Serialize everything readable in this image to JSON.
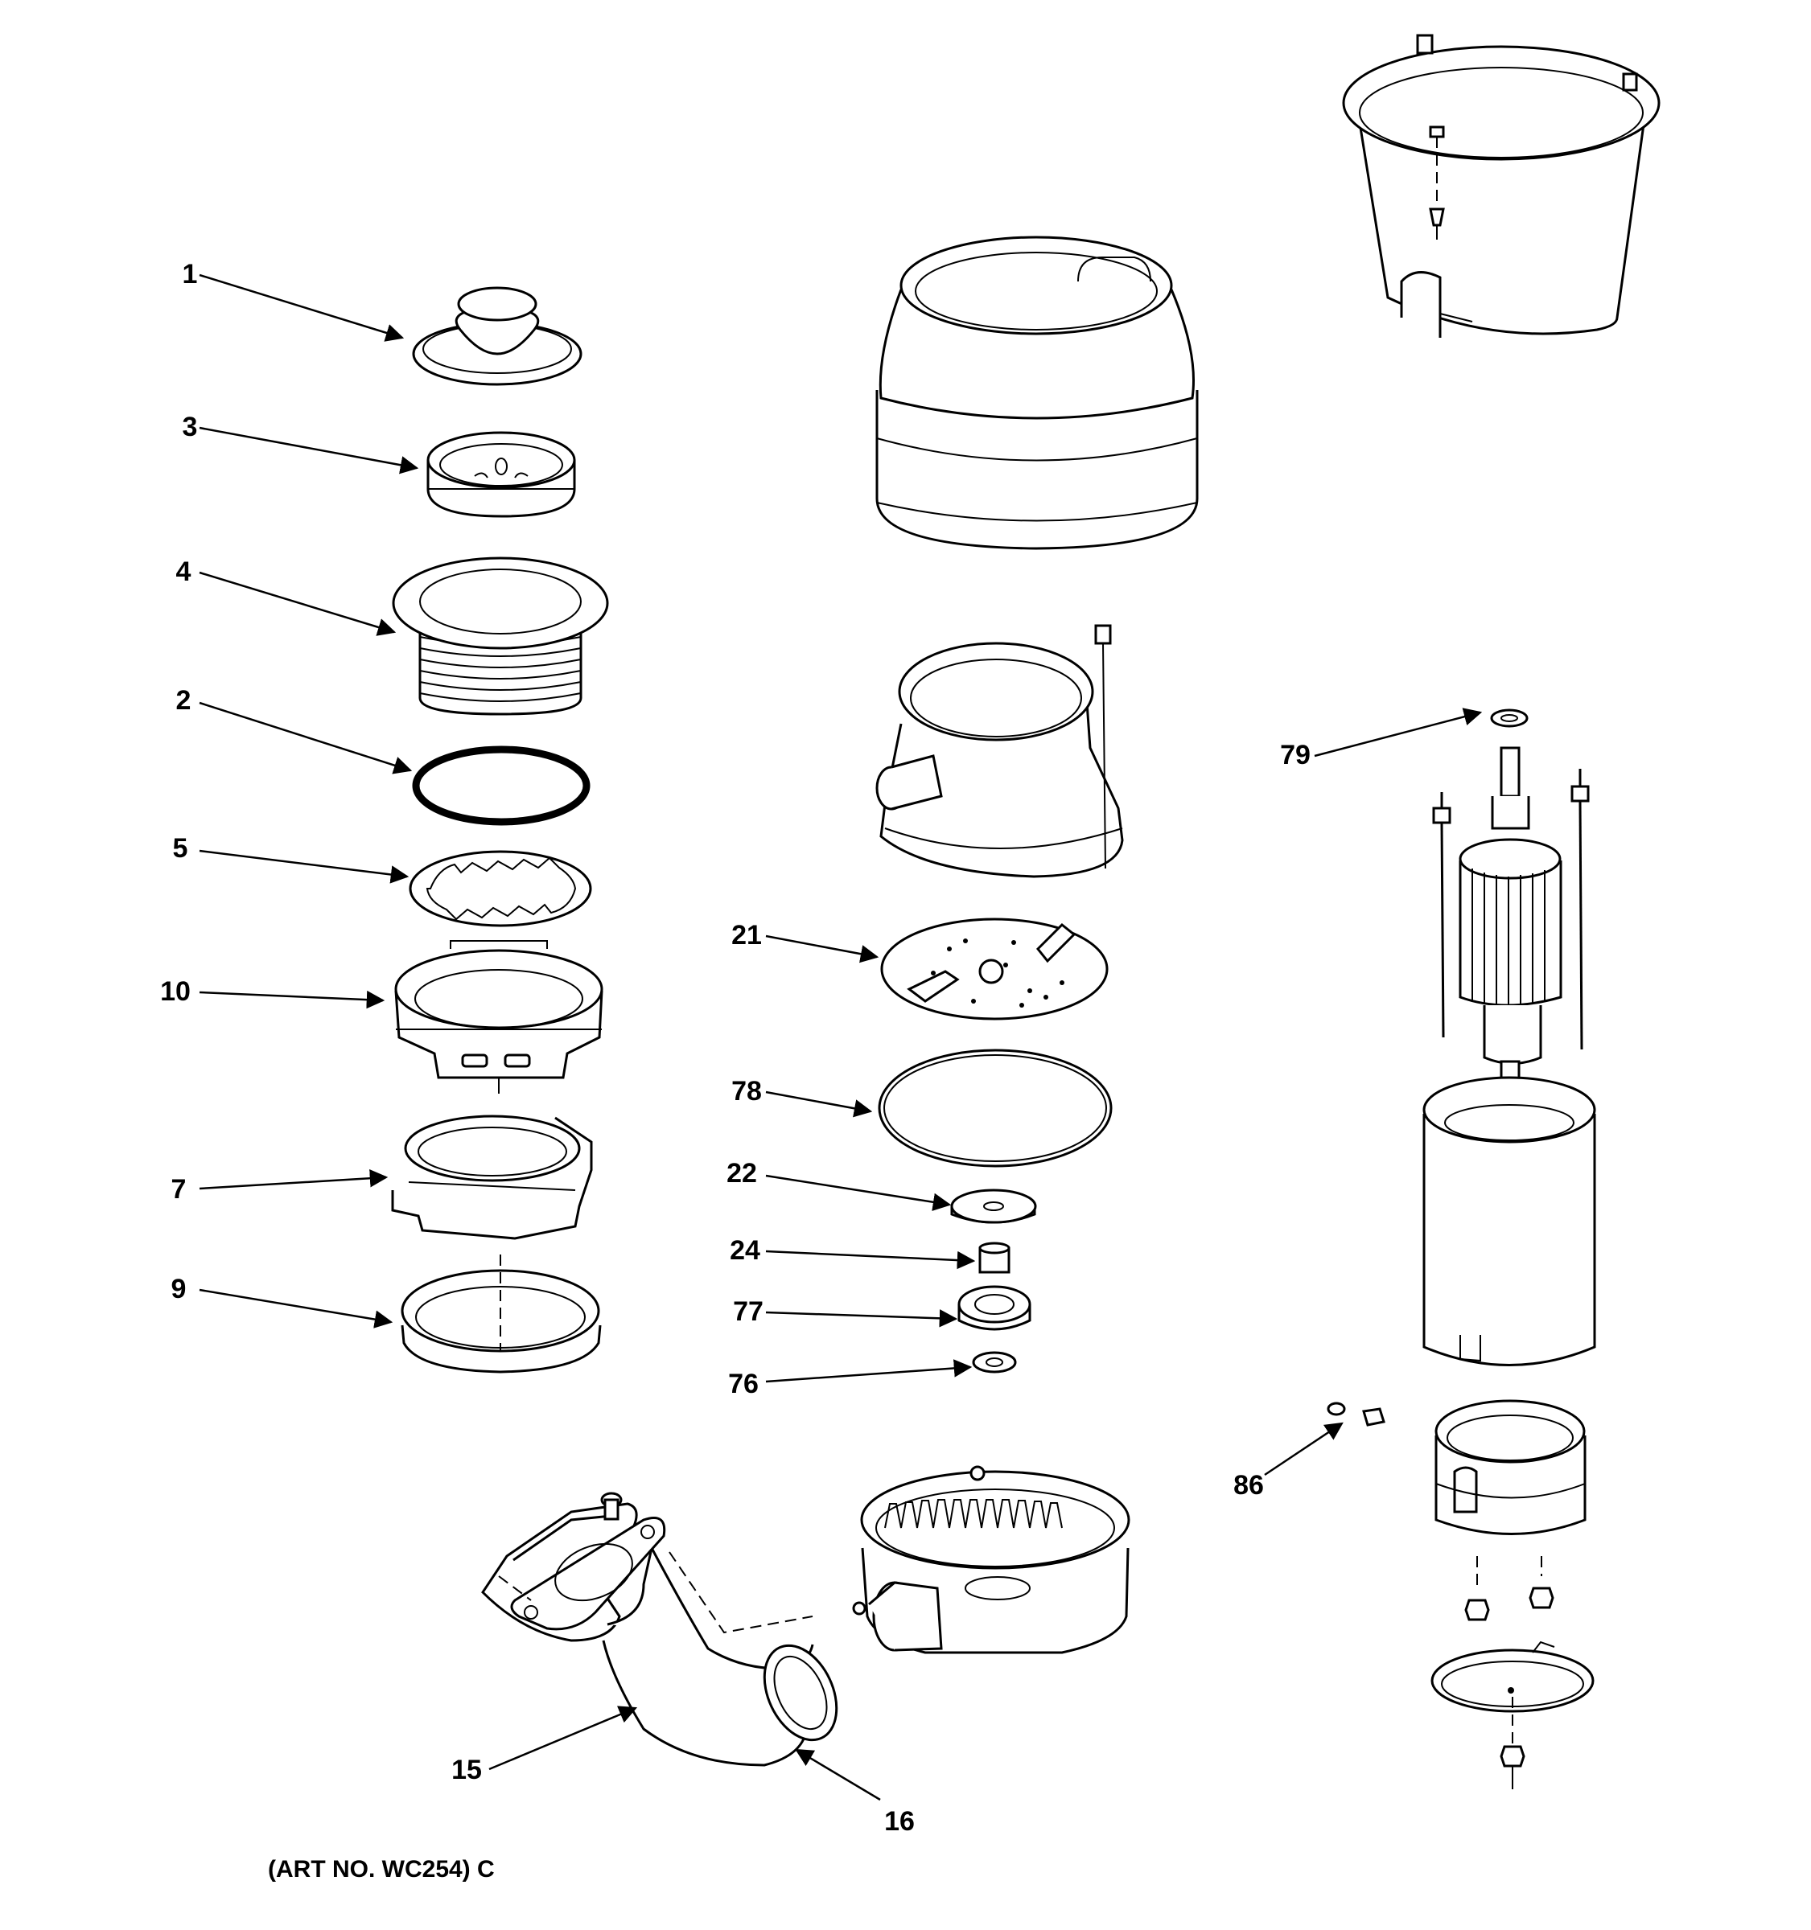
{
  "diagram": {
    "callouts": [
      {
        "id": "1",
        "label": "1"
      },
      {
        "id": "3",
        "label": "3"
      },
      {
        "id": "4",
        "label": "4"
      },
      {
        "id": "2",
        "label": "2"
      },
      {
        "id": "5",
        "label": "5"
      },
      {
        "id": "10",
        "label": "10"
      },
      {
        "id": "7",
        "label": "7"
      },
      {
        "id": "9",
        "label": "9"
      },
      {
        "id": "21",
        "label": "21"
      },
      {
        "id": "78",
        "label": "78"
      },
      {
        "id": "22",
        "label": "22"
      },
      {
        "id": "24",
        "label": "24"
      },
      {
        "id": "77",
        "label": "77"
      },
      {
        "id": "76",
        "label": "76"
      },
      {
        "id": "79",
        "label": "79"
      },
      {
        "id": "86",
        "label": "86"
      },
      {
        "id": "15",
        "label": "15"
      },
      {
        "id": "16",
        "label": "16"
      }
    ],
    "art_number": "(ART NO. WC254) C"
  }
}
